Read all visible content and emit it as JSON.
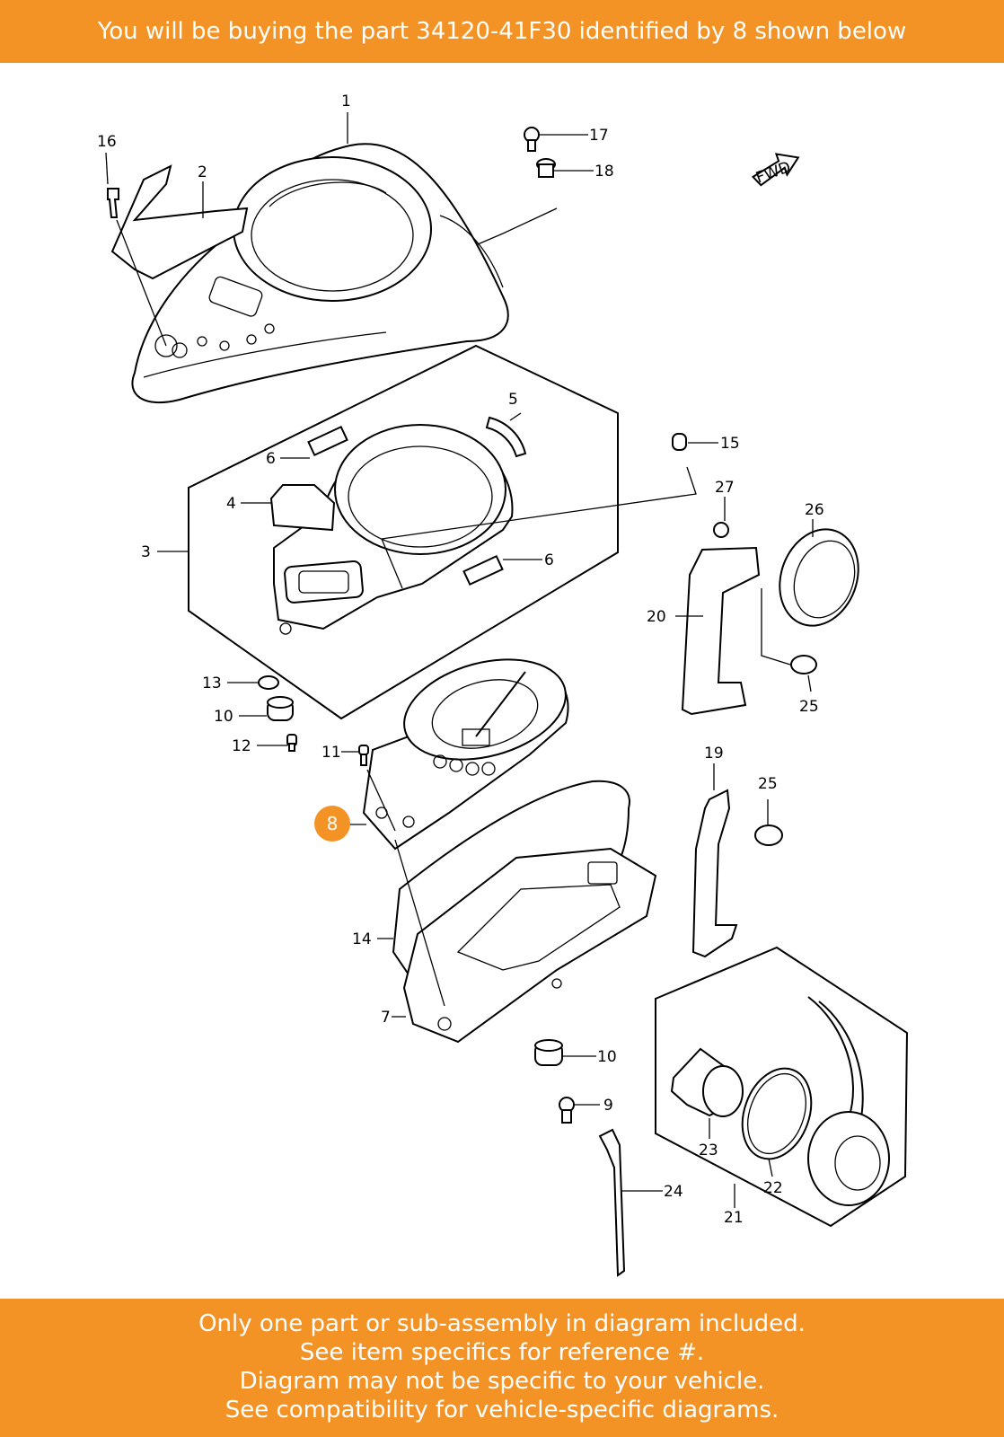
{
  "header": {
    "text": "You will be buying the part 34120-41F30 identified by 8 shown below"
  },
  "highlight": {
    "number": "8",
    "color": "#f39325"
  },
  "diagram": {
    "fwd_mark": "FWD",
    "callouts": [
      "1",
      "2",
      "3",
      "4",
      "5",
      "6",
      "6",
      "7",
      "9",
      "10",
      "10",
      "11",
      "12",
      "13",
      "14",
      "15",
      "16",
      "17",
      "18",
      "19",
      "20",
      "21",
      "22",
      "23",
      "24",
      "25",
      "25",
      "26",
      "27"
    ]
  },
  "footer": {
    "lines": [
      "Only one part or sub-assembly in diagram included.",
      "See item specifics for reference #.",
      "Diagram may not be specific to your vehicle.",
      "See compatibility for vehicle-specific diagrams."
    ]
  },
  "colors": {
    "banner": "#f39325",
    "text": "#ffffff"
  }
}
